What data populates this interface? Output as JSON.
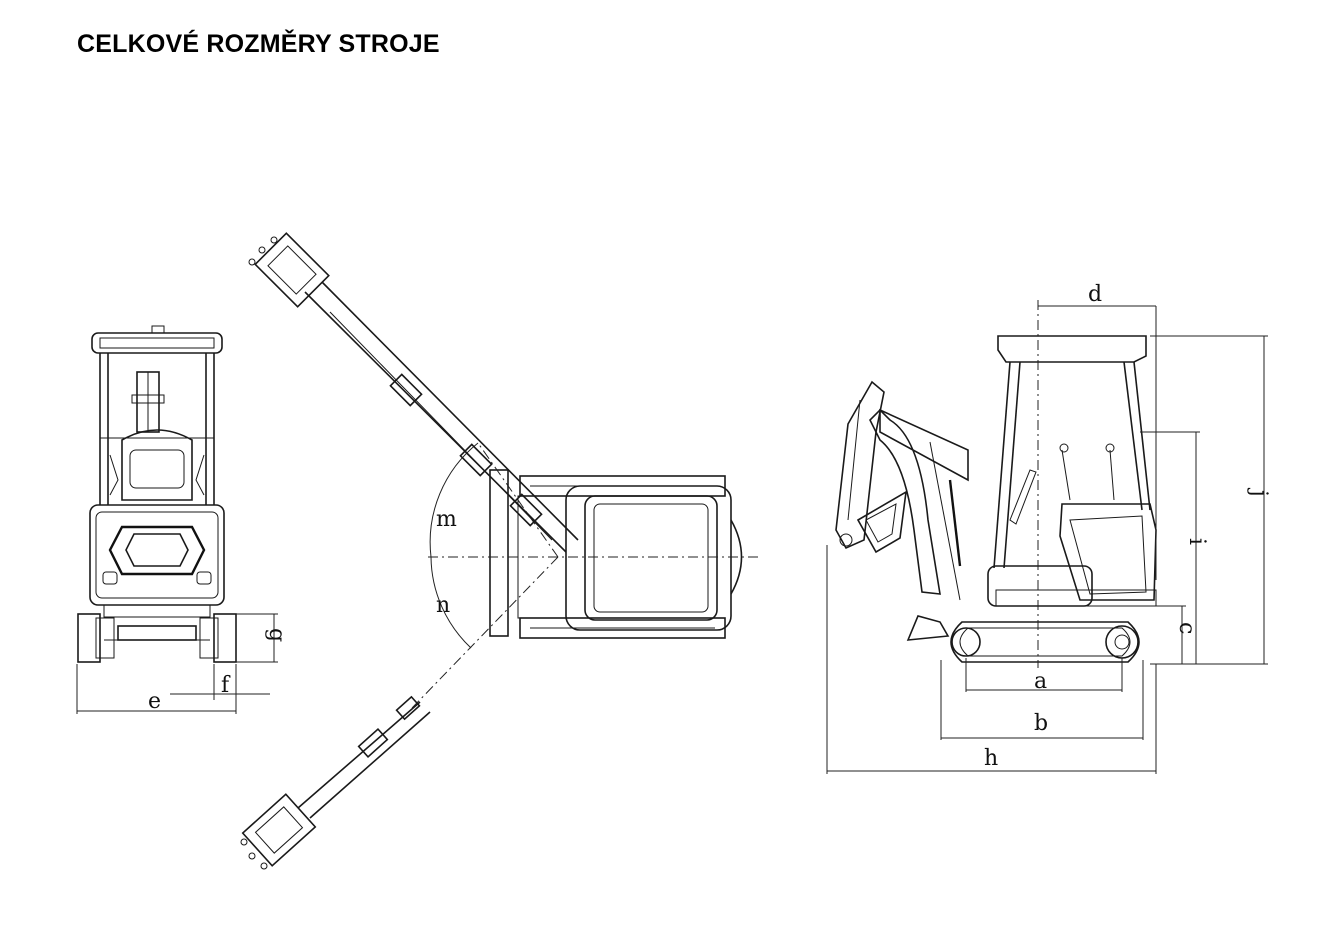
{
  "title": "CELKOVÉ ROZMĚRY STROJE",
  "labels": {
    "a": "a",
    "b": "b",
    "c": "c",
    "d": "d",
    "e": "e",
    "f": "f",
    "g": "g",
    "h": "h",
    "i": "i",
    "j": "j",
    "m": "m",
    "n": "n"
  }
}
